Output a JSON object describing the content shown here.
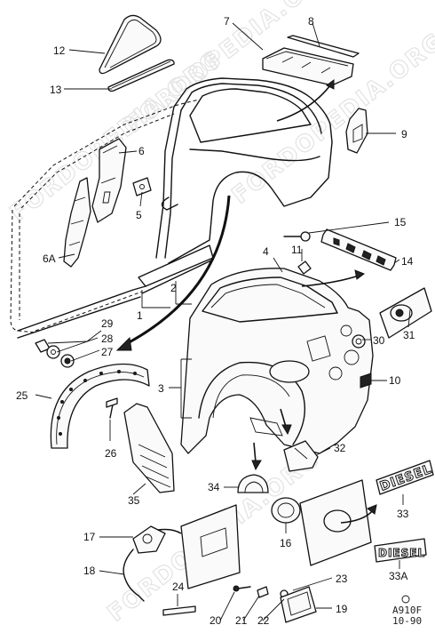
{
  "watermark": "FORDOPEDIA.ORG",
  "callouts": {
    "c1": "1",
    "c2": "2",
    "c3": "3",
    "c4": "4",
    "c5": "5",
    "c6": "6",
    "c6a": "6A",
    "c7": "7",
    "c8": "8",
    "c9": "9",
    "c10": "10",
    "c11": "11",
    "c12": "12",
    "c13": "13",
    "c14": "14",
    "c15": "15",
    "c16": "16",
    "c17": "17",
    "c18": "18",
    "c19": "19",
    "c20": "20",
    "c21": "21",
    "c22": "22",
    "c23": "23",
    "c24": "24",
    "c25": "25",
    "c26": "26",
    "c27": "27",
    "c28": "28",
    "c29": "29",
    "c30": "30",
    "c31": "31",
    "c32": "32",
    "c33": "33",
    "c33a": "33A",
    "c34": "34",
    "c35": "35"
  },
  "badges": {
    "diesel": "DIESEL",
    "diesel_script": "DIESEL"
  },
  "stamp": {
    "code": "A910F",
    "date": "10-90"
  }
}
